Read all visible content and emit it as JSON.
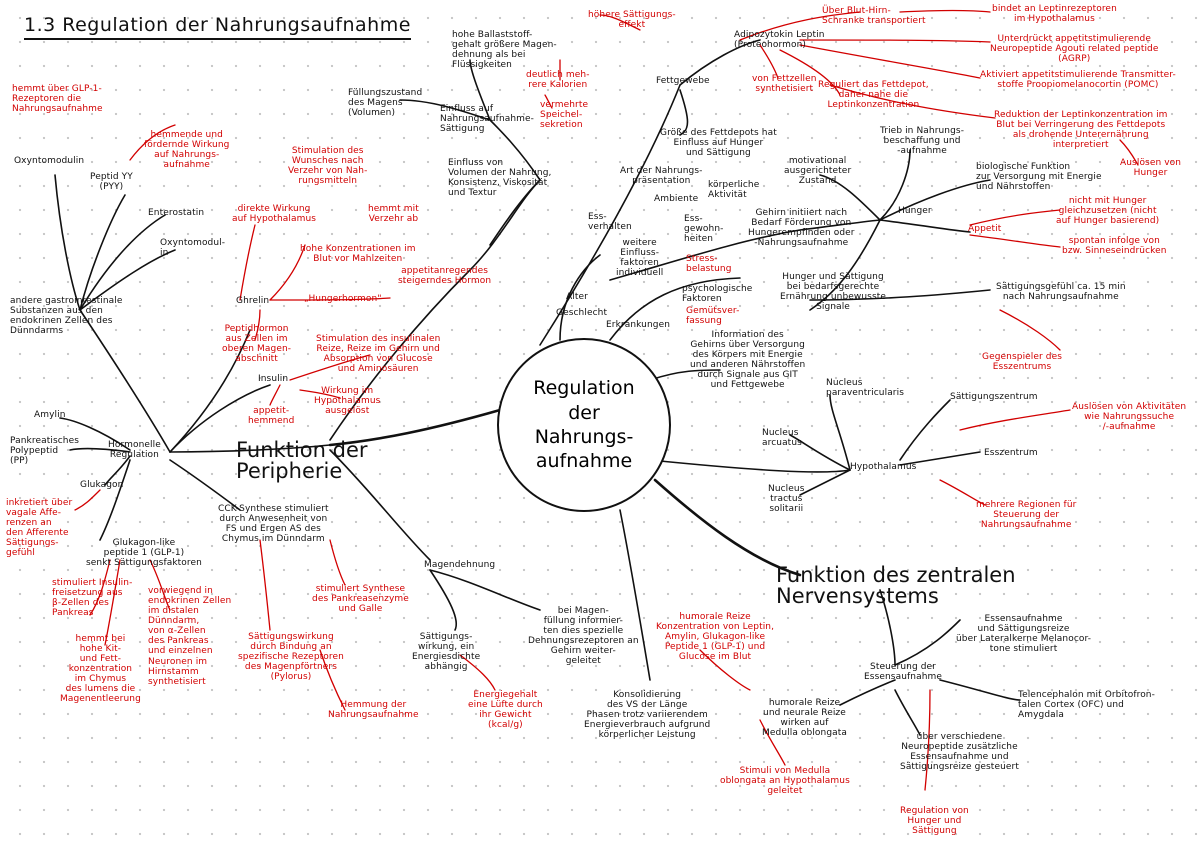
{
  "title": "1.3 Regulation der Nahrungsaufnahme",
  "center": "Regulation\nder\nNahrungs-\naufnahme",
  "branches": {
    "peripherie": "Funktion der\nPeripherie",
    "zns": "Funktion des zentralen\nNervensystems"
  },
  "topleft": {
    "glp1_hemmt": "hemmt über GLP-1-\nRezeptoren die\nNahrungsaufnahme",
    "oxyntomodulin": "Oxyntomodulin",
    "pyy": "Peptid YY\n(PYY)",
    "pyy_red": "hemmende und\nfördernde Wirkung\nauf Nahrungs-\naufnahme",
    "enterostatin": "Enterostatin",
    "oxyntomodulin2": "Oxyntomodul-\nin",
    "andere": "andere gastrointestinale\nSubstanzen aus den\nendokrinen Zellen des\nDünndarms"
  },
  "ghrelin": {
    "stimuliert": "Stimulation des\nWunsches nach\nVerzehr von Nah-\nrungsmitteln",
    "direkte": "direkte Wirkung\nauf Hypothalamus",
    "hemmt_verzehr": "hemmt mit\nVerzehr ab",
    "konz": "hohe Konzentrationen im\nBlut vor Mahlzeiten",
    "appetit": "appetitanregendes\nsteigerndes Hormon",
    "hunger": "„Hungerhormon\"",
    "label": "Ghrelin",
    "peptid": "Peptidhormon\naus Zellen im\noberen Magen-\nabschnitt"
  },
  "insulin": {
    "label": "Insulin",
    "stim": "Stimulation des insulinalen\nReize, Reize im Gehirn und\nAbsorption von Glucose\nund Aminosäuren",
    "appetit": "appetit-\nhemmend",
    "wirkung": "Wirkung im\nHypothalamus\nausgelöst"
  },
  "hormonal": {
    "label": "Hormonelle\nRegulation",
    "amylin": "Amylin",
    "pp": "Pankreatisches\nPolypeptid\n(PP)",
    "glukagon": "Glukagon",
    "glukagon_red": "inkretiert über\nvagale Affe-\nrenzen an\nden Afferente\nSättigungs-\ngefühl",
    "glp1": "Glukagon-like\npeptide 1 (GLP-1)\nsenkt Sättigungsfaktoren",
    "glp1_red1": "stimuliert Insulin-\nfreisetzung aus\nβ-Zellen des\nPankreas",
    "glp1_red2": "hemmt bei\nhohe Kit-\nund Fett-\nkonzentration\nim Chymus\ndes lumens die\nMagenentleerung",
    "glp1_red3": "vorwiegend in\nendokrinen Zellen\nim distalen\nDünndarm,\nvon α-Zellen\ndes Pankreas\nund einzelnen\nNeuronen im\nHirnstamm\nsynthetisiert"
  },
  "cck": {
    "label": "CCK-Synthese stimuliert\ndurch Anwesenheit von\nFS und Ergen AS des\nChymus im Dünndarm",
    "red1": "Sättigungswirkung\ndurch Bindung an\nspezifische Rezeptoren\ndes Magenpförtners\n(Pylorus)",
    "red2": "stimuliert Synthese\ndes Pankreasenzyme\nund Galle",
    "red3": "Hemmung der\nNahrungsaufnahme"
  },
  "magen": {
    "label": "Magendehnung",
    "saettigung": "Sättigungs-\nwirkung, ein\nEnergiesdichte\nabhängig",
    "red": "Energiegehalt\neine Lüfte durch\nihr Gewicht\n(kcal/g)",
    "info": "bei Magen-\nfüllung informier-\nten dies spezielle\nDehnungsrezeptoren an\nGehirn weiter-\ngeleitet"
  },
  "top": {
    "ballast": "hohe Ballaststoff-\ngehalt größere Magen-\ndehnung als bei\nFlüssigkeiten",
    "saettigung_red": "höhere Sättigungs-\neffekt",
    "deutlich": "deutlich meh-\nrere Kalorien",
    "vermehrte": "vermehrte\nSpeichel-\nsekretion",
    "fuellungszust": "Füllungszustand\ndes Magens\n(Volumen)",
    "einfluss": "Einfluss auf\nNahrungsaufnahme-\nSättigung",
    "einfluss2": "Einfluss von\nVolumen der Nahrung,\nKonsistenz, Viskosität\nund Textur",
    "fettgewebe": "Fettgewebe",
    "groesse": "Größe des Fettdepots hat\nEinfluss auf Hunger\nund Sättigung"
  },
  "leptin": {
    "label": "Adipozytokin Leptin\n(Proteohormon)",
    "blut_hirn": "Über Blut-Hirn-\nSchranke transportiert",
    "bindet": "bindet an Leptinrezeptoren\nim Hypothalamus",
    "fettzellen": "von Fettzellen\nsynthetisiert",
    "reguliert": "Reguliert das Fettdepot,\ndaher nahe die\nLeptinkonzentration",
    "unterdrueckt": "Unterdrückt appetitstimulierende\nNeuropeptide Agouti related peptide\n(AGRP)",
    "aktiviert": "Aktiviert appetitstimulierende Transmitter-\nstoffe Proopiomelanocortin (POMC)",
    "reduktion": "Reduktion der Leptinkonzentration im\nBlut bei Verringerung des Fettdepots\nals drohende Unterernährung\ninterpretiert",
    "ausloesen": "Auslösen von\nHunger"
  },
  "hunger": {
    "label": "Hunger",
    "trieb": "Trieb in Nahrungs-\nbeschaffung und\n-aufnahme",
    "motivational": "motivational\nausgerichteter\nZustand",
    "bio": "biologische Funktion\nzur Versorgung mit Energie\nund Nährstoffen",
    "appetit": "Appetit",
    "nicht": "nicht mit Hunger\ngleichzusetzen (nicht\nauf Hunger basierend)",
    "spontan": "spontan infolge von\nbzw. Sinneseindrücken",
    "hunger_saett": "Hunger und Sättigung\nbei bedarfsgerechte\nErnährung unbewusste\nSignale",
    "saettigungsgef": "Sättigungsgefühl ca. 15 min\nnach Nahrungsaufnahme",
    "gehirn": "Gehirn initiiert nach\nBedarf Förderung von\nHungerempfinden oder\n-Nahrungsaufnahme",
    "info": "Information des\nGehirns über Versorgung\ndes Körpers mit Energie\nund anderen Nährstoffen\ndurch Signale aus GIT\nund Fettgewebe"
  },
  "cluster": {
    "art": "Art der Nahrungs-\npräsentation",
    "ess": "Ess-\nverhalten",
    "koerperl": "körperliche\nAktivität",
    "ambiente": "Ambiente",
    "ess_gew": "Ess-\ngewohn-\nheiten",
    "weitere": "weitere\nEinfluss-\nfaktoren\nindividuell",
    "stress": "Stress-\nbelastung",
    "psych": "psychologische\nFaktoren",
    "alter": "Alter",
    "geschlecht": "Geschlecht",
    "erkrankungen": "Erkrankungen",
    "gemuets": "Gemütsver-\nfassung"
  },
  "hypothalamus": {
    "label": "Hypothalamus",
    "paraventr": "Nucleus\nparaventricularis",
    "arcuatus": "Nucleus\narcuatus",
    "tractus": "Nucleus\ntractus\nsolitarii",
    "saettigung": "Sättigungszentrum",
    "essz": "Esszentrum",
    "gegenspieler": "Gegenspieler des\nEsszentrums",
    "ausloesen": "Auslösen von Aktivitäten\nwie Nahrungssuche\n/-aufnahme",
    "mehrere": "mehrere Regionen für\nSteuerung der\nNahrungsaufnahme"
  },
  "zns": {
    "steuerung": "Steuerung der\nEssensaufnahme",
    "essens": "Essensaufnahme\nund Sättigungsreize\nüber Lateralkerne Melanocor-\ntone stimuliert",
    "telencephalon": "Telencephalon mit Orbitofron-\ntalen Cortex (OFC) und\nAmygdala",
    "verschiedene": "über verschiedene\nNeuropeptide zusätzliche\nEssensaufnahme und\nSättigungsreize gesteuert",
    "regulation_red": "Regulation von\nHunger und\nSättigung",
    "humorale_red": "humorale Reize\nKonzentration von Leptin,\nAmylin, Glukagon-like\nPeptide 1 (GLP-1) und\nGlucose im Blut",
    "humorale": "humorale Reize\nund neurale Reize\nwirken auf\nMedulla oblongata",
    "stimuli_red": "Stimuli von Medulla\noblongata an Hypothalamus\ngeleitet",
    "konsolid": "Konsolidierung\ndes VS der Länge\nPhasen trotz variierendem\nEnergieverbrauch aufgrund\nkörperlicher Leistung"
  }
}
